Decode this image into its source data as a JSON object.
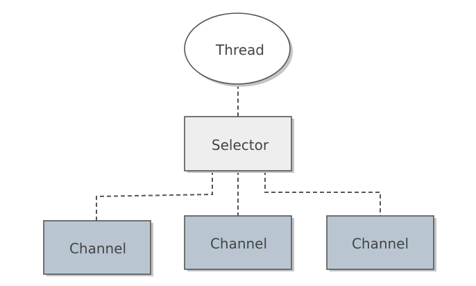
{
  "diagram": {
    "thread": {
      "label": "Thread"
    },
    "selector": {
      "label": "Selector"
    },
    "channels": [
      {
        "label": "Channel"
      },
      {
        "label": "Channel"
      },
      {
        "label": "Channel"
      }
    ]
  },
  "colors": {
    "thread_fill": "#ffffff",
    "selector_fill": "#eeeeee",
    "channel_fill": "#b9c6d2",
    "stroke": "#555555",
    "text": "#444444"
  }
}
